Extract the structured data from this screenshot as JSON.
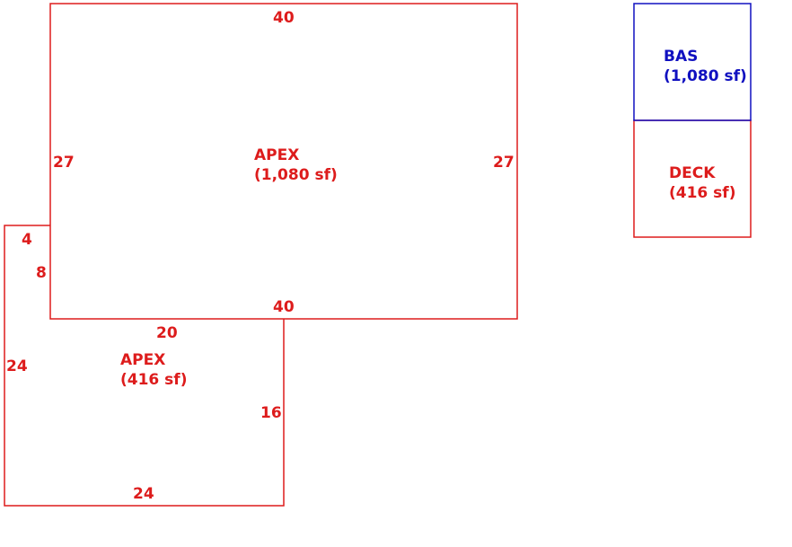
{
  "colors": {
    "apex": "#dd1c1c",
    "bas": "#1010c0",
    "deck": "#dd1c1c",
    "background": "#ffffff"
  },
  "areas": {
    "apex_main": {
      "name": "APEX",
      "size": "(1,080 sf)"
    },
    "apex_lower": {
      "name": "APEX",
      "size": "(416 sf)"
    },
    "bas": {
      "name": "BAS",
      "size": "(1,080 sf)"
    },
    "deck": {
      "name": "DECK",
      "size": "(416 sf)"
    }
  },
  "dimensions": {
    "main_top": "40",
    "main_left": "27",
    "main_right": "27",
    "main_bottom": "40",
    "lower_top": "20",
    "lower_left": "24",
    "lower_right": "16",
    "lower_bottom": "24",
    "step_top": "4",
    "step_side": "8"
  }
}
